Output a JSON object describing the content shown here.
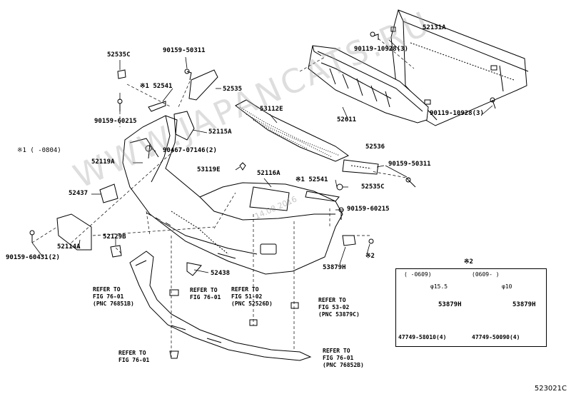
{
  "watermark": "WWW.JAPANCATS.RU",
  "date_stamp": "14.08.2016",
  "figure_id": "523021C",
  "labels": {
    "p52131A": "52131A",
    "p90119_a": "90119-10928(3)",
    "p90119_b": "90119-10928(3)",
    "p52611": "52611",
    "p52535C_a": "52535C",
    "p90159_50311_a": "90159-50311",
    "p52541_a": "※1 52541",
    "p52535": "52535",
    "p53112E": "53112E",
    "p90159_60215_a": "90159-60215",
    "p52115A": "52115A",
    "p90467": "90467-07146(2)",
    "p52536": "52536",
    "p90159_50311_b": "90159-50311",
    "p53119E": "53119E",
    "p52116A": "52116A",
    "p52541_b": "※1 52541",
    "p52535C_b": "52535C",
    "p52119A": "52119A",
    "p52437": "52437",
    "p90159_60215_b": "90159-60215",
    "p52114A": "52114A",
    "p52129B": "52129B",
    "p90159_60431": "90159-60431(2)",
    "p52438": "52438",
    "p53879H_main": "53879H",
    "note1": "※1 (    -0804)",
    "note2_mark": "※2",
    "note2_small": "※2"
  },
  "refs": {
    "r1": [
      "REFER TO",
      "FIG 76-01",
      "(PNC 76851B)"
    ],
    "r2": [
      "REFER TO",
      "FIG 76-01"
    ],
    "r3": [
      "REFER TO",
      "FIG 51-02",
      "(PNC 52526D)"
    ],
    "r4": [
      "REFER TO",
      "FIG 53-02",
      "(PNC 53879C)"
    ],
    "r5": [
      "REFER TO",
      "FIG 76-01"
    ],
    "r6": [
      "REFER TO",
      "FIG 76-01",
      "(PNC 76852B)"
    ]
  },
  "inset": {
    "title": "※2",
    "left": {
      "range": "(    -0609)",
      "dim": "φ15.5",
      "part": "53879H",
      "clip": "47749-58010(4)"
    },
    "right": {
      "range": "(0609-    )",
      "dim": "φ10",
      "part": "53879H",
      "clip": "47749-50090(4)"
    }
  }
}
